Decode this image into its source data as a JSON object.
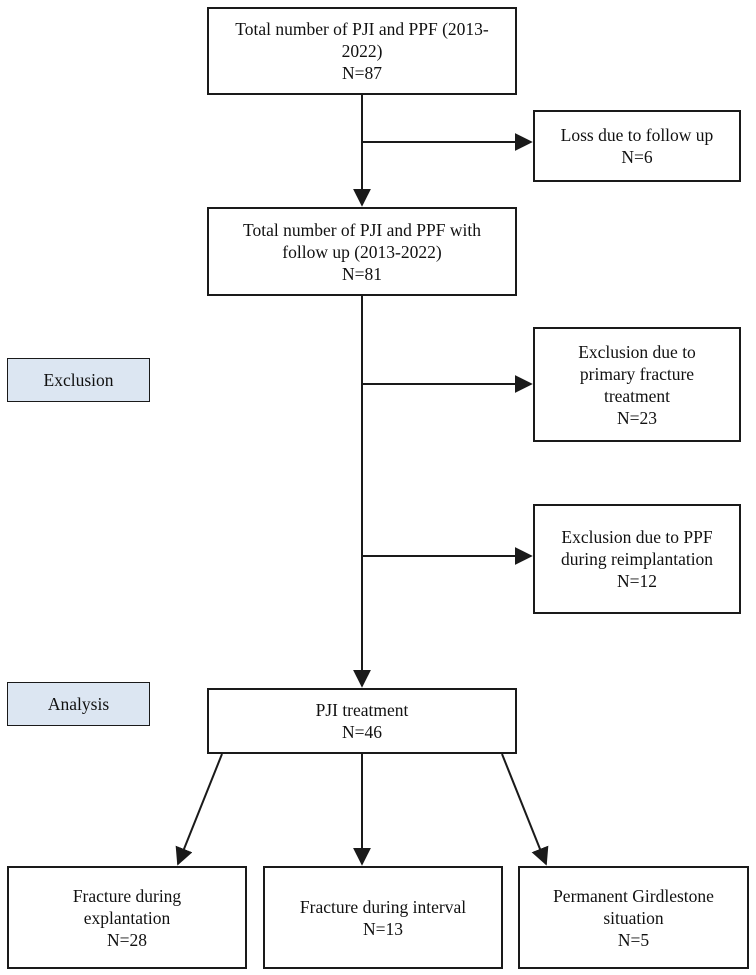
{
  "colors": {
    "line": "#1a1a1a",
    "label_fill": "#dce6f2",
    "box_fill": "#ffffff"
  },
  "side_labels": {
    "exclusion": "Exclusion",
    "analysis": "Analysis"
  },
  "nodes": {
    "total": {
      "lines": [
        "Total number of PJI and PPF (2013-",
        "2022)"
      ],
      "n": "N=87"
    },
    "loss": {
      "lines": [
        "Loss due to follow up"
      ],
      "n": "N=6"
    },
    "followup": {
      "lines": [
        "Total number of PJI and PPF with",
        "follow up (2013-2022)"
      ],
      "n": "N=81"
    },
    "excl_primary": {
      "lines": [
        "Exclusion due to",
        "primary fracture",
        "treatment"
      ],
      "n": "N=23"
    },
    "excl_reimpl": {
      "lines": [
        "Exclusion due to PPF",
        "during reimplantation"
      ],
      "n": "N=12"
    },
    "pji": {
      "lines": [
        "PJI treatment"
      ],
      "n": "N=46"
    },
    "fx_explant": {
      "lines": [
        "Fracture during",
        "explantation"
      ],
      "n": "N=28"
    },
    "fx_interval": {
      "lines": [
        "Fracture during interval"
      ],
      "n": "N=13"
    },
    "girdlestone": {
      "lines": [
        "Permanent Girdlestone",
        "situation"
      ],
      "n": "N=5"
    }
  }
}
